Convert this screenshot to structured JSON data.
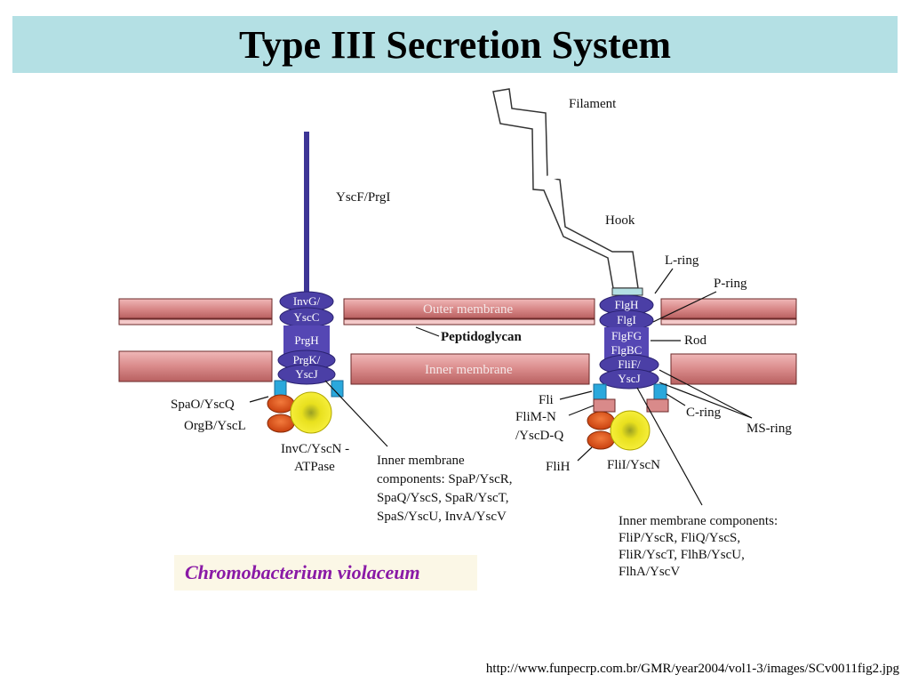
{
  "title": "Type III Secretion System",
  "organism": "Chromobacterium violaceum",
  "source_url": "http://www.funpecrp.com.br/GMR/year2004/vol1-3/images/SCv0011fig2.jpg",
  "labels": {
    "outer_membrane": "Outer membrane",
    "inner_membrane": "Inner membrane",
    "peptidoglycan": "Peptidoglycan",
    "ttss": {
      "needle": "YscF/PrgI",
      "invg_1": "InvG/",
      "invg_2": "YscC",
      "prgh": "PrgH",
      "prgk_1": "PrgK/",
      "prgk_2": "YscJ",
      "spao": "SpaO/YscQ",
      "orgb": "OrgB/YscL",
      "invc_1": "InvC/YscN -",
      "invc_2": "ATPase",
      "inner_1": "Inner membrane",
      "inner_2": "components: SpaP/YscR,",
      "inner_3": "SpaQ/YscS, SpaR/YscT,",
      "inner_4": "SpaS/YscU, InvA/YscV"
    },
    "flagellum": {
      "filament": "Filament",
      "hook": "Hook",
      "l_ring": "L-ring",
      "p_ring": "P-ring",
      "rod": "Rod",
      "c_ring": "C-ring",
      "ms_ring": "MS-ring",
      "flgh": "FlgH",
      "flgi": "FlgI",
      "flgfg": "FlgFG",
      "flgbc": "FlgBC",
      "flif_1": "FliF/",
      "flif_2": "YscJ",
      "fli": "Fli",
      "flim_1": "FliM-N",
      "flim_2": "/YscD-Q",
      "flih": "FliH",
      "flii": "FliI/YscN",
      "inner_1": "Inner membrane components:",
      "inner_2": "FliP/YscR, FliQ/YscS,",
      "inner_3": "FliR/YscT, FlhB/YscU,",
      "inner_4": "FlhA/YscV"
    }
  },
  "colors": {
    "title_bg": "#b4e0e4",
    "membrane": "#d98a8a",
    "protein": "#4b3fa6",
    "c_ring": "#2aa8dc",
    "atpase_orange": "#e0561c",
    "atpase_yellow": "#f2e31c",
    "organism_text": "#8a1aa6"
  }
}
